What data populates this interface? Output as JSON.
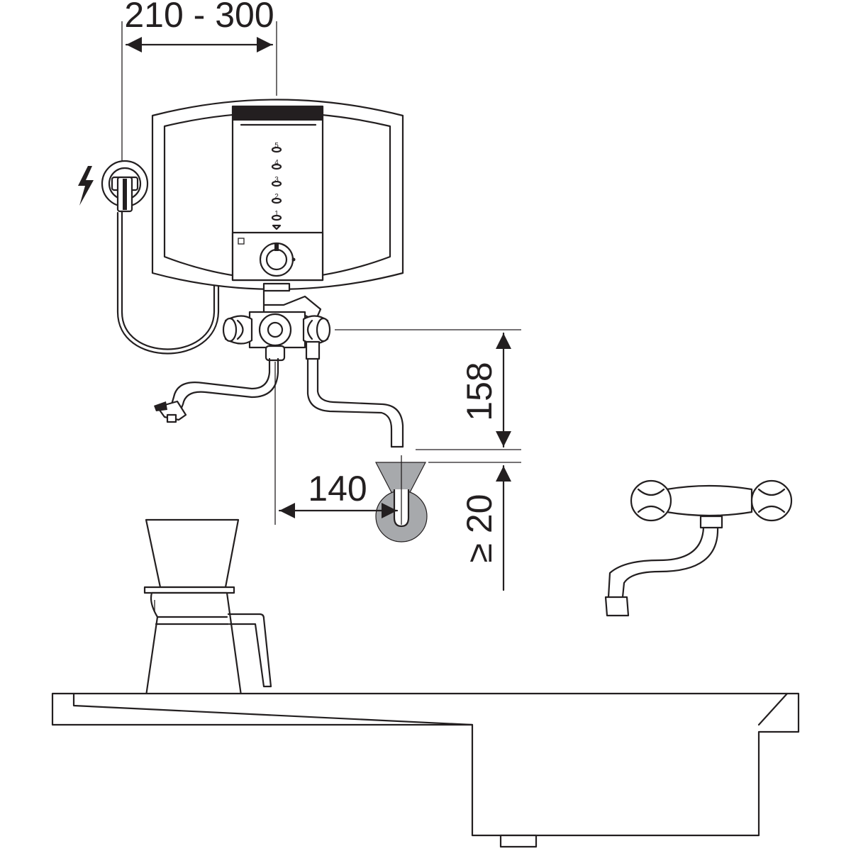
{
  "diagram": {
    "dimensions": {
      "wall_distance": "210 - 300",
      "outlet_height": "158",
      "spout_offset": "140",
      "min_clearance": "≥ 20"
    },
    "symbols": {
      "electric": "lightning-icon",
      "ground": "ground-icon"
    },
    "colors": {
      "line": "#231f20",
      "water_stream": "#a7a9ac"
    }
  }
}
